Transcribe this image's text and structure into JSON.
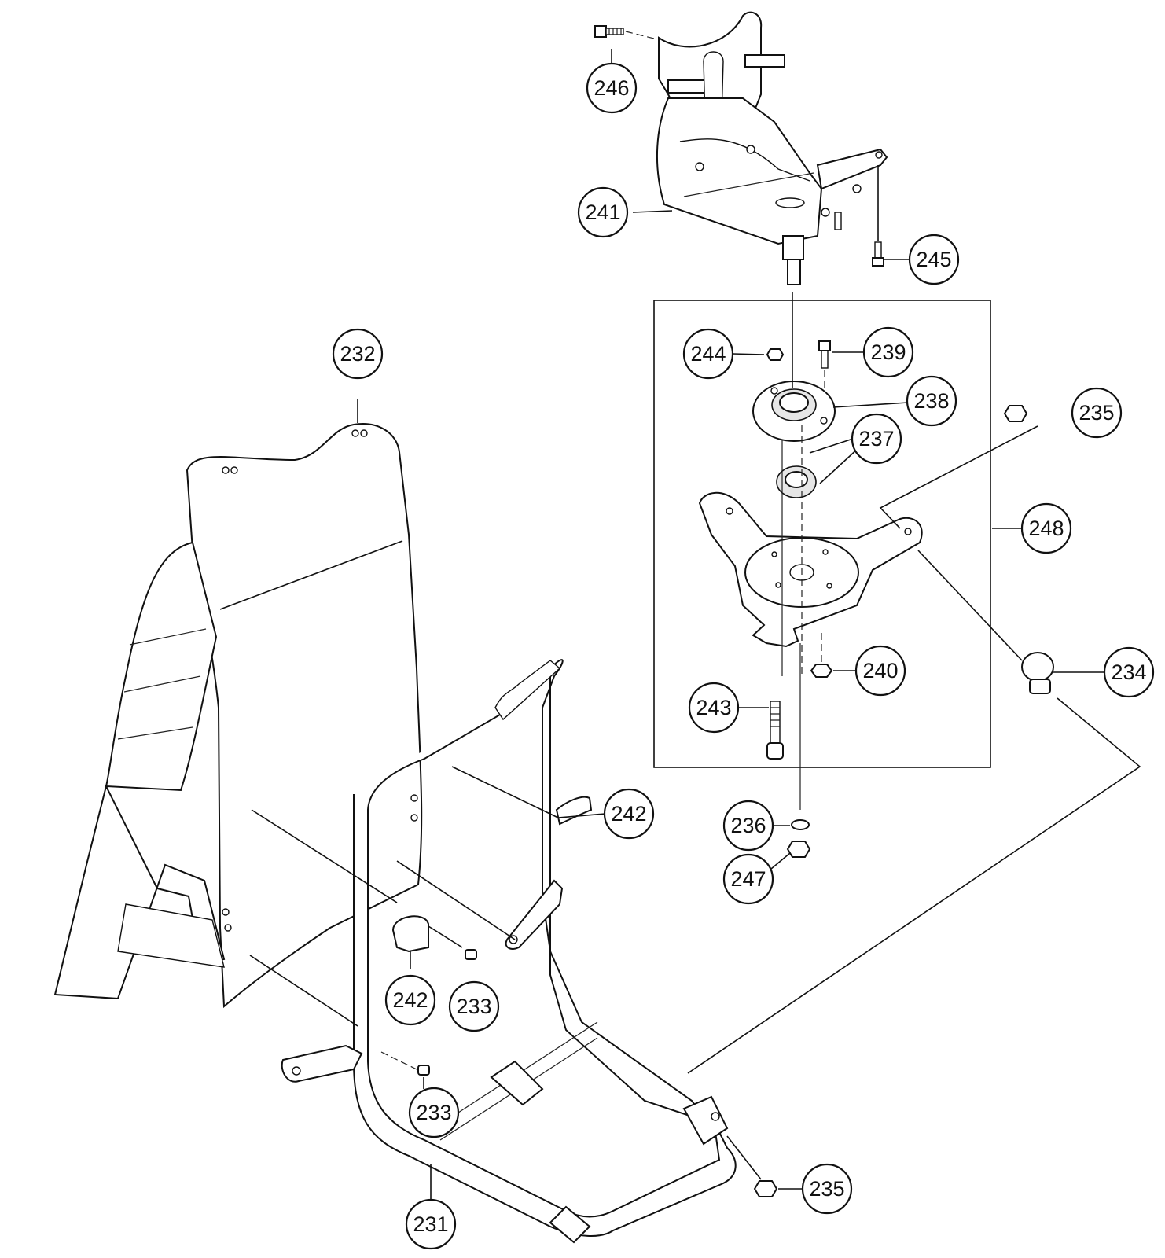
{
  "callouts": [
    {
      "id": "c246",
      "label": "246"
    },
    {
      "id": "c241",
      "label": "241"
    },
    {
      "id": "c245",
      "label": "245"
    },
    {
      "id": "c232",
      "label": "232"
    },
    {
      "id": "c244",
      "label": "244"
    },
    {
      "id": "c239",
      "label": "239"
    },
    {
      "id": "c238",
      "label": "238"
    },
    {
      "id": "c237",
      "label": "237"
    },
    {
      "id": "c235a",
      "label": "235"
    },
    {
      "id": "c248",
      "label": "248"
    },
    {
      "id": "c234",
      "label": "234"
    },
    {
      "id": "c240",
      "label": "240"
    },
    {
      "id": "c243",
      "label": "243"
    },
    {
      "id": "c242a",
      "label": "242"
    },
    {
      "id": "c236",
      "label": "236"
    },
    {
      "id": "c247",
      "label": "247"
    },
    {
      "id": "c242b",
      "label": "242"
    },
    {
      "id": "c233a",
      "label": "233"
    },
    {
      "id": "c233b",
      "label": "233"
    },
    {
      "id": "c235b",
      "label": "235"
    },
    {
      "id": "c231",
      "label": "231"
    }
  ]
}
